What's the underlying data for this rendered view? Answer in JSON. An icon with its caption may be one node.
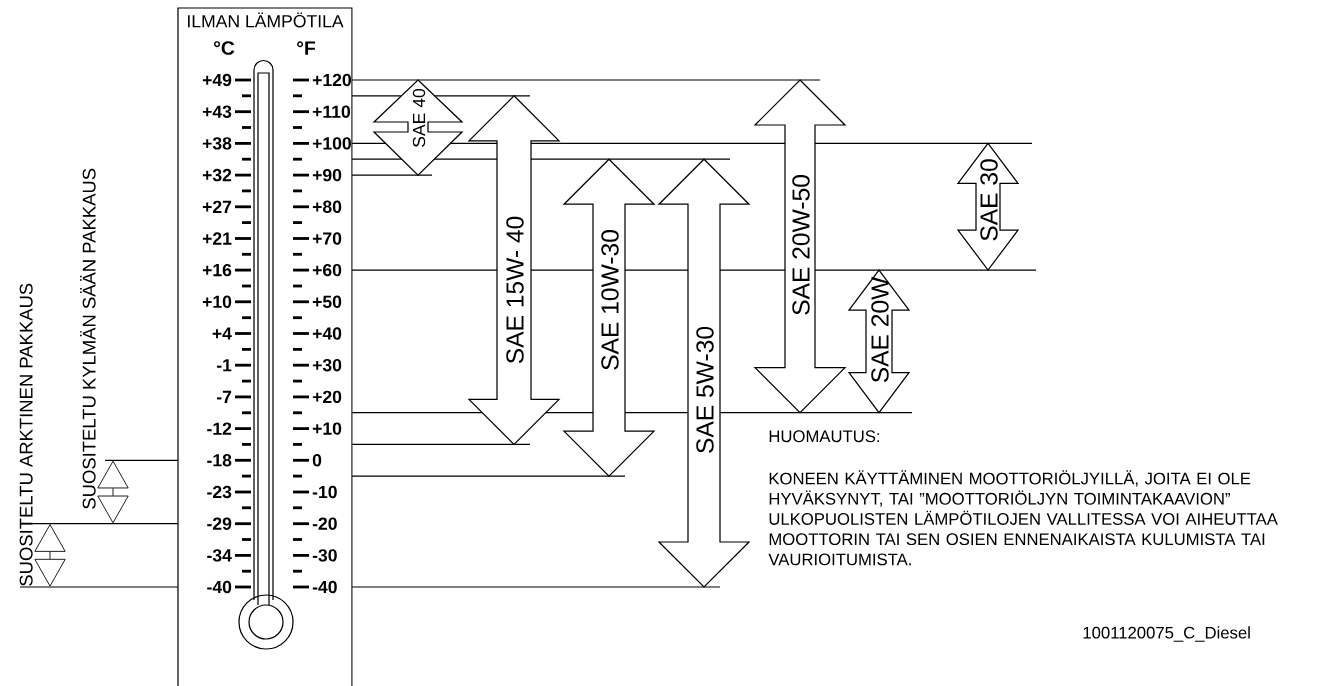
{
  "diagram": {
    "nodes": [
      {
        "text": [
          "ILMAN LÄMPÖTILA"
        ]
      },
      {
        "text": [
          "SAE 40"
        ]
      },
      {
        "text": [
          "SAE 15W- 40"
        ]
      },
      {
        "text": [
          "SAE 10W-30"
        ]
      },
      {
        "text": [
          "SAE 5W-30"
        ]
      },
      {
        "text": [
          "SAE 20W-50"
        ]
      },
      {
        "text": [
          "SAE 20W"
        ]
      },
      {
        "text": [
          "SAE 30"
        ]
      }
    ],
    "labels": [
      "SUOSITELTU ARKTINEN PAKKAUS",
      "SUOSITELTU KYLMÄN SÄÄN PAKKAUS",
      "°C",
      "°F",
      "+49",
      "+120",
      "+43",
      "+110",
      "+38",
      "+100",
      "+32",
      "+90",
      "+27",
      "+80",
      "+21",
      "+70",
      "+16",
      "+60",
      "+10",
      "+50",
      "+4",
      "+40",
      "-1",
      "+30",
      "-7",
      "+20",
      "-12",
      "+10",
      "-18",
      "0",
      "-23",
      "-10",
      "-29",
      "-20",
      "-34",
      "-30",
      "-40",
      "-40",
      "HUOMAUTUS:",
      "KONEEN KÄYTTÄMINEN MOOTTORIÖLJYILLÄ, JOITA EI OLE HYVÄKSYNYT, TAI ”MOOTTORIÖLJYN TOIMINTAKAAVION” ULKOPUOLISTEN LÄMPÖTILOJEN VALLITESSA VOI AIHEUTTAA MOOTTORIN TAI SEN OSIEN ENNENAIKAISTA KULUMISTA TAI VAURIOITUMISTA.",
      "1001120075_C_Diesel"
    ]
  }
}
